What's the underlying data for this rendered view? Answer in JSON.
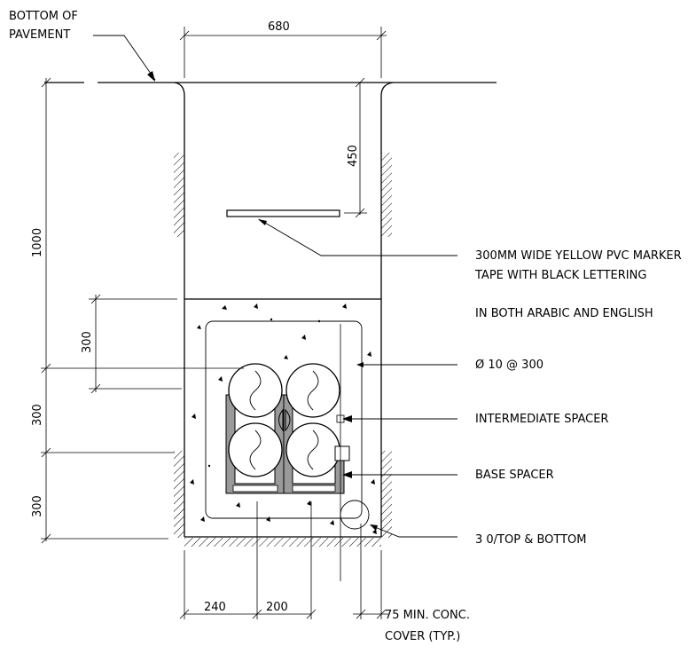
{
  "labels": {
    "bottom_pavement_1": "BOTTOM OF",
    "bottom_pavement_2": "PAVEMENT",
    "marker_tape_1": "300MM WIDE YELLOW PVC MARKER",
    "marker_tape_2": "TAPE WITH BLACK LETTERING",
    "marker_tape_3": "IN BOTH ARABIC AND ENGLISH",
    "rebar": "Ø 10 @ 300",
    "intermediate_spacer": "INTERMEDIATE SPACER",
    "base_spacer": "BASE SPACER",
    "top_bottom": "3 0/TOP & BOTTOM",
    "cover_1": "75 MIN. CONC.",
    "cover_2": "COVER (TYP.)"
  },
  "dimensions": {
    "width_top": "680",
    "depth_total": "1000",
    "tape_depth": "450",
    "upper_300": "300",
    "left_300_a": "300",
    "left_300_b": "300",
    "bottom_240": "240",
    "bottom_200": "200"
  }
}
